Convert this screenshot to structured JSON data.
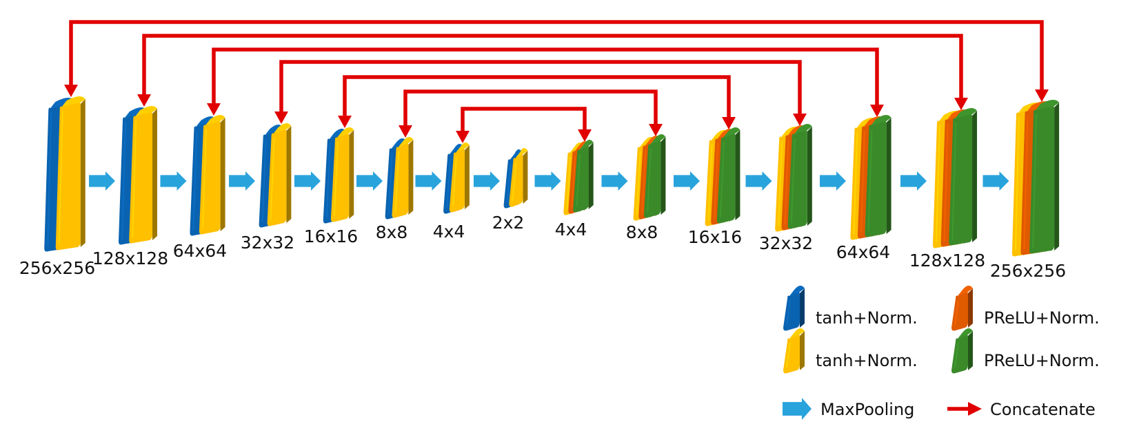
{
  "colors": {
    "tanh_blue": "#0a63b0",
    "tanh_yellow": "#ffc000",
    "prelu_orange": "#e05a00",
    "prelu_green": "#3a8a2a",
    "maxpool_arrow": "#29a3dc",
    "concat_arrow": "#e00000"
  },
  "blocks": [
    {
      "size_label": "256x256",
      "layers": [
        "tanh_blue",
        "tanh_yellow"
      ]
    },
    {
      "size_label": "128x128",
      "layers": [
        "tanh_blue",
        "tanh_yellow"
      ]
    },
    {
      "size_label": "64x64",
      "layers": [
        "tanh_blue",
        "tanh_yellow"
      ]
    },
    {
      "size_label": "32x32",
      "layers": [
        "tanh_blue",
        "tanh_yellow"
      ]
    },
    {
      "size_label": "16x16",
      "layers": [
        "tanh_blue",
        "tanh_yellow"
      ]
    },
    {
      "size_label": "8x8",
      "layers": [
        "tanh_blue",
        "tanh_yellow"
      ]
    },
    {
      "size_label": "4x4",
      "layers": [
        "tanh_blue",
        "tanh_yellow"
      ]
    },
    {
      "size_label": "2x2",
      "layers": [
        "tanh_blue",
        "tanh_yellow"
      ]
    },
    {
      "size_label": "4x4",
      "layers": [
        "tanh_yellow",
        "prelu_orange",
        "prelu_green"
      ]
    },
    {
      "size_label": "8x8",
      "layers": [
        "tanh_yellow",
        "prelu_orange",
        "prelu_green"
      ]
    },
    {
      "size_label": "16x16",
      "layers": [
        "tanh_yellow",
        "prelu_orange",
        "prelu_green"
      ]
    },
    {
      "size_label": "32x32",
      "layers": [
        "tanh_yellow",
        "prelu_orange",
        "prelu_green"
      ]
    },
    {
      "size_label": "64x64",
      "layers": [
        "tanh_yellow",
        "prelu_orange",
        "prelu_green"
      ]
    },
    {
      "size_label": "128x128",
      "layers": [
        "tanh_yellow",
        "prelu_orange",
        "prelu_green"
      ]
    },
    {
      "size_label": "256x256",
      "layers": [
        "tanh_yellow",
        "prelu_orange",
        "prelu_green"
      ]
    }
  ],
  "skip_connections": [
    {
      "from": 0,
      "to": 14
    },
    {
      "from": 1,
      "to": 13
    },
    {
      "from": 2,
      "to": 12
    },
    {
      "from": 3,
      "to": 11
    },
    {
      "from": 4,
      "to": 10
    },
    {
      "from": 5,
      "to": 9
    },
    {
      "from": 6,
      "to": 8
    }
  ],
  "legend": {
    "tanh_blue_label": "tanh+Norm.",
    "tanh_yellow_label": "tanh+Norm.",
    "prelu_orange_label": "PReLU+Norm.",
    "prelu_green_label": "PReLU+Norm.",
    "maxpool_label": "MaxPooling",
    "concat_label": "Concatenate"
  }
}
